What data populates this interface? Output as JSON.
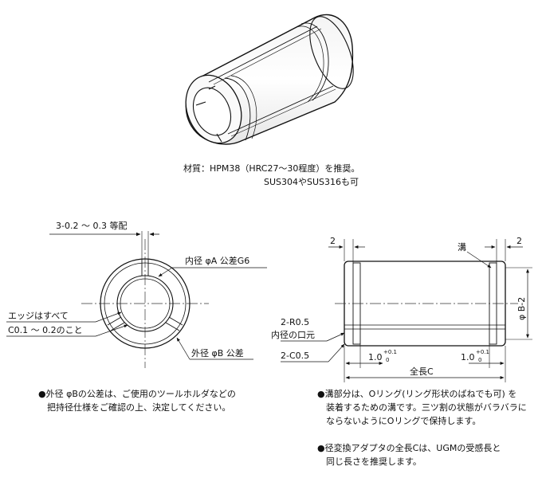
{
  "material": {
    "line1": "材質：HPM38（HRC27～30程度）を推奨。",
    "line2": "SUS304やSUS316も可"
  },
  "front_view": {
    "slit_label": "3-0.2 ～ 0.3 等配",
    "inner_a_label": "内径 φA 公差G6",
    "edge_label_1": "エッジはすべて",
    "edge_label_2": "C0.1 ～ 0.2のこと",
    "inner_b_label": "外径 φB 公差"
  },
  "side_view": {
    "dim_2_left": "2",
    "dim_2_right": "2",
    "groove_label": "溝",
    "r_label_1": "2-R0.5",
    "r_label_2": "内径の口元",
    "chamfer_label": "2-C0.5",
    "groove_dist_left": "1.0",
    "groove_dist_right": "1.0",
    "tol_upper": "+0.1",
    "tol_lower": "0",
    "total_length": "全長C",
    "diameter_label": "φ B-2"
  },
  "notes": {
    "note1": [
      "●外径 φBの公差は、ご使用のツールホルダなどの",
      "　把持径仕様をご確認の上、決定してください。"
    ],
    "note2": [
      "●溝部分は、Oリング(リング形状のばねでも可) を",
      "　装着するための溝です。三ツ割の状態がバラバラに",
      "　ならないようにOリングで保持します。"
    ],
    "note3": [
      "●径変換アダプタの全長Cは、UGMの受感長と",
      "　同じ長さを推奨します。"
    ]
  }
}
